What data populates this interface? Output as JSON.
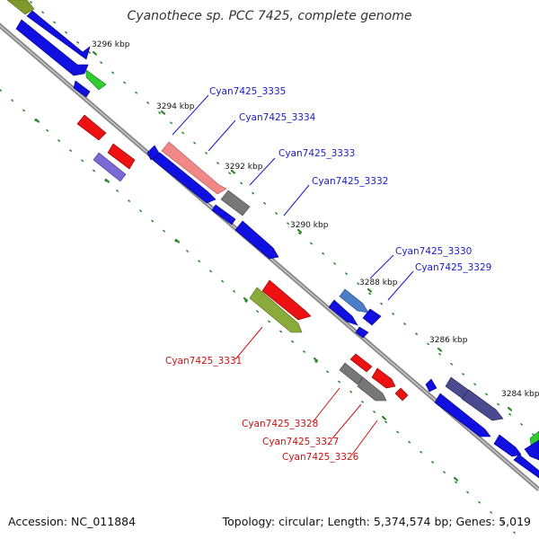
{
  "title": "Cyanothece sp. PCC 7425, complete genome",
  "accession": "Accession: NC_011884",
  "topology": "Topology: circular; Length: 5,374,574 bp; Genes: 5,019",
  "colors": {
    "forward": "#0a0af0",
    "reverse": "#ee1111",
    "label_forward": "#1a1acc",
    "label_reverse": "#cc1111",
    "backbone": "#888888",
    "tick": "#2a8a2a"
  },
  "kbp_labels": [
    "3296 kbp",
    "3294 kbp",
    "3292 kbp",
    "3290 kbp",
    "3288 kbp",
    "3286 kbp",
    "3284 kbp"
  ],
  "genes": [
    {
      "id": "Cyan7425_3335",
      "strand": "forward"
    },
    {
      "id": "Cyan7425_3334",
      "strand": "forward"
    },
    {
      "id": "Cyan7425_3333",
      "strand": "forward"
    },
    {
      "id": "Cyan7425_3332",
      "strand": "forward"
    },
    {
      "id": "Cyan7425_3330",
      "strand": "forward"
    },
    {
      "id": "Cyan7425_3329",
      "strand": "forward"
    },
    {
      "id": "Cyan7425_3331",
      "strand": "reverse"
    },
    {
      "id": "Cyan7425_3328",
      "strand": "reverse"
    },
    {
      "id": "Cyan7425_3327",
      "strand": "reverse"
    },
    {
      "id": "Cyan7425_3326",
      "strand": "reverse"
    }
  ]
}
